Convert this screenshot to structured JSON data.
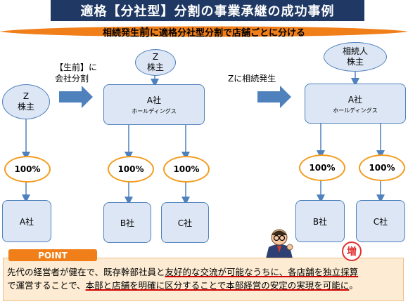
{
  "title": "適格【分社型】分割の事業承継の成功事例",
  "subtitle": {
    "before": "相続発生",
    "emphasis": "前",
    "after": "に適格分社型分割で店舗ごとに分ける"
  },
  "stage1": {
    "owner_line1": "Z",
    "owner_line2": "株主",
    "pct": "100%",
    "company": "A社"
  },
  "arrow1_label_line1": "【生前】に",
  "arrow1_label_line2": "会社分割",
  "stage2": {
    "owner_line1": "Z",
    "owner_line2": "株主",
    "holding_name": "A社",
    "holding_sub": "ホールディングス",
    "pct_left": "100%",
    "pct_right": "100%",
    "company_left": "B社",
    "company_right": "C社"
  },
  "arrow2_label": "Zに相続発生",
  "stage3": {
    "owner_line1": "相続人",
    "owner_line2": "株主",
    "holding_name": "A社",
    "holding_sub": "ホールディングス",
    "pct_left": "100%",
    "pct_right": "100%",
    "company_left": "B社",
    "company_right": "C社"
  },
  "point": {
    "label": "POINT",
    "badge": "増",
    "line1_a": "先代の経営者が健在で、既存幹部社員と",
    "line1_u1": "友好的な交流が可能なうちに、各店舗を独立採算",
    "line2_a": "で運営することで、",
    "line2_u2": "本部と店舗を明確に区分することで本部経営の安定の実現を可能に",
    "line2_b": "。"
  },
  "colors": {
    "title_bg": "#1f3864",
    "subtitle_band": "#f07f1a",
    "node_fill": "#dce6f4",
    "node_border": "#4f81bd",
    "pct_border": "#f39c1e",
    "arrow": "#4f81bd",
    "point_bg": "#fdecd3",
    "underline": "#d00000"
  },
  "icons": [
    "thinking-businessman-icon"
  ]
}
